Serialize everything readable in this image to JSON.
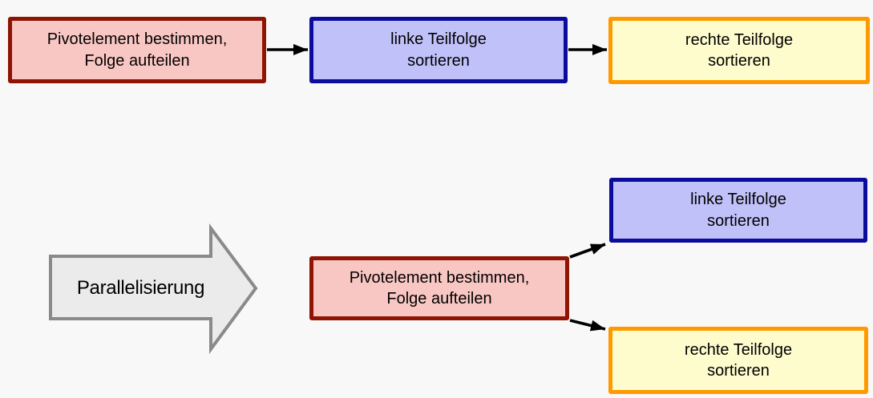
{
  "palette": {
    "background": "#f8f8f8",
    "connector": "#000000",
    "pivot_box": {
      "fill": "#f9c7c3",
      "border": "#8e1403"
    },
    "left_box": {
      "fill": "#c1c1fa",
      "border": "#0c0c9c"
    },
    "right_box": {
      "fill": "#fefccd",
      "border": "#ff9900"
    },
    "transform_arrow": {
      "fill": "#ebebeb",
      "border": "#8a8a8a"
    }
  },
  "sequential_flow": {
    "pivot_label": "Pivotelement bestimmen,\nFolge aufteilen",
    "left_label": "linke Teilfolge\nsortieren",
    "right_label": "rechte Teilfolge\nsortieren"
  },
  "transform": {
    "label": "Parallelisierung"
  },
  "parallel_flow": {
    "pivot_label": "Pivotelement bestimmen,\nFolge aufteilen",
    "left_label": "linke Teilfolge\nsortieren",
    "right_label": "rechte Teilfolge\nsortieren"
  }
}
